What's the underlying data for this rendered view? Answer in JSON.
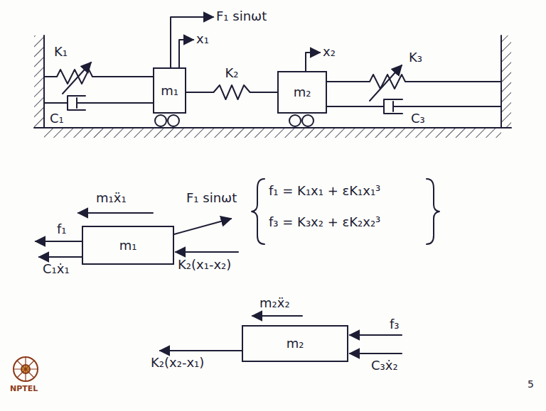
{
  "diagram": {
    "nodes": [
      {
        "text": [
          "m₁"
        ]
      },
      {
        "text": [
          "m₂"
        ]
      },
      {
        "text": [
          "m₁"
        ]
      },
      {
        "text": [
          "m₂"
        ]
      }
    ],
    "edges": [
      {
        "from": 0,
        "to": 1,
        "arrow": "none",
        "label": "K₂"
      }
    ],
    "labels": [
      "F₁ sinωt",
      "x₁",
      "K₁",
      "C₁",
      "x₂",
      "K₃",
      "C₃",
      "m₁ẍ₁",
      "F₁ sinωt",
      "f₁",
      "C₁ẋ₁",
      "K₂(x₁-x₂)",
      "f₁ = K₁x₁ + εK₁x₁³",
      "f₃ = K₃x₂ + εK₂x₂³",
      "m₂ẍ₂",
      "f₃",
      "C₃ẋ₂",
      "K₂(x₂-x₁)",
      "NPTEL",
      "5"
    ]
  }
}
